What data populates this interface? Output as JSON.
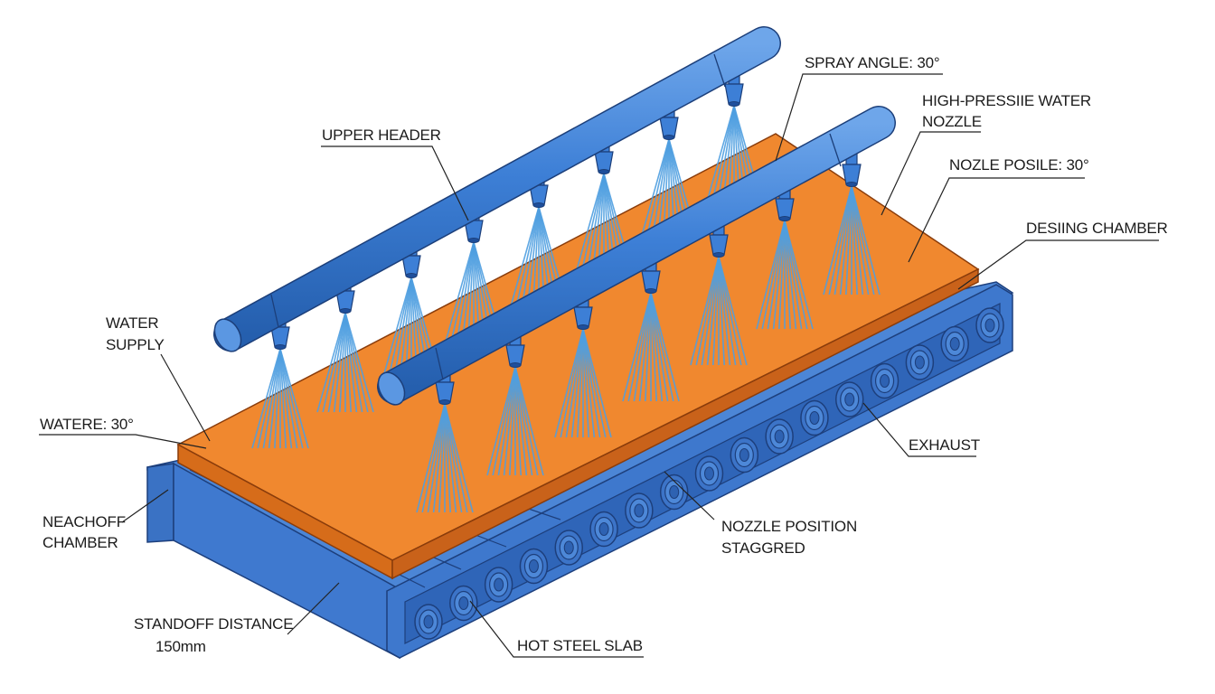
{
  "colors": {
    "frame_blue": "#3f79cf",
    "frame_dark": "#24498c",
    "slab_top": "#f0882f",
    "slab_side": "#d26a1a",
    "pipe_blue": "#3d7fd6",
    "spray": "#4f9fe0",
    "leader": "#222222"
  },
  "icons": {
    "nozzle": "nozzle-icon",
    "spray": "spray-fan-icon",
    "roller": "roller-icon"
  },
  "labels": {
    "upper_header": "UPPER HEADER",
    "spray_angle": "SPRAY ANGLE: 30°",
    "hp_nozzle_1": "HIGH-PRESSIIE WATER",
    "hp_nozzle_2": "NOZZLE",
    "nozzle_posile": "NOZLE POSILE: 30°",
    "desiing_chamber": "DESIING CHAMBER",
    "water_supply_1": "WATER",
    "water_supply_2": "SUPPLY",
    "watere": "WATERE: 30°",
    "exhaust": "EXHAUST",
    "neachoff_1": "NEACHOFF",
    "neachoff_2": "CHAMBER",
    "nozzle_position_1": "NOZZLE POSITION",
    "nozzle_position_2": "STAGGRED",
    "standoff_1": "STANDOFF DISTANCE",
    "standoff_2": "150mm",
    "hot_steel_slab": "HOT STEEL SLAB"
  }
}
